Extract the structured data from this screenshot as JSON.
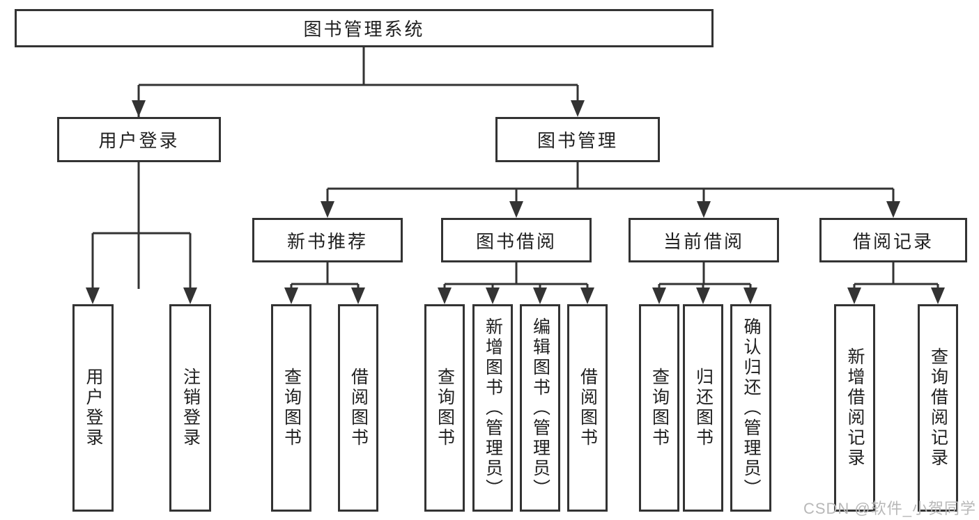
{
  "colors": {
    "line": "#333333",
    "node_border": "#333333",
    "text": "#1f1f1f",
    "background": "#ffffff",
    "watermark": "#b8b8b8"
  },
  "diagram": {
    "root": "图书管理系统",
    "level2": {
      "user_login": "用户登录",
      "book_management": "图书管理"
    },
    "level3": {
      "new_book": "新书推荐",
      "book_borrow": "图书借阅",
      "current_borrow": "当前借阅",
      "borrow_records": "借阅记录"
    },
    "leaves": {
      "user_login": [
        "用户登录",
        "注销登录"
      ],
      "new_book": [
        "查询图书",
        "借阅图书"
      ],
      "book_borrow": [
        "查询图书",
        "新增图书（管理员）",
        "编辑图书（管理员）",
        "借阅图书"
      ],
      "current_borrow": [
        "查询图书",
        "归还图书",
        "确认归还（管理员）"
      ],
      "borrow_records": [
        "新增借阅记录",
        "查询借阅记录"
      ]
    }
  },
  "watermark": "CSDN @软件_小贺同学"
}
